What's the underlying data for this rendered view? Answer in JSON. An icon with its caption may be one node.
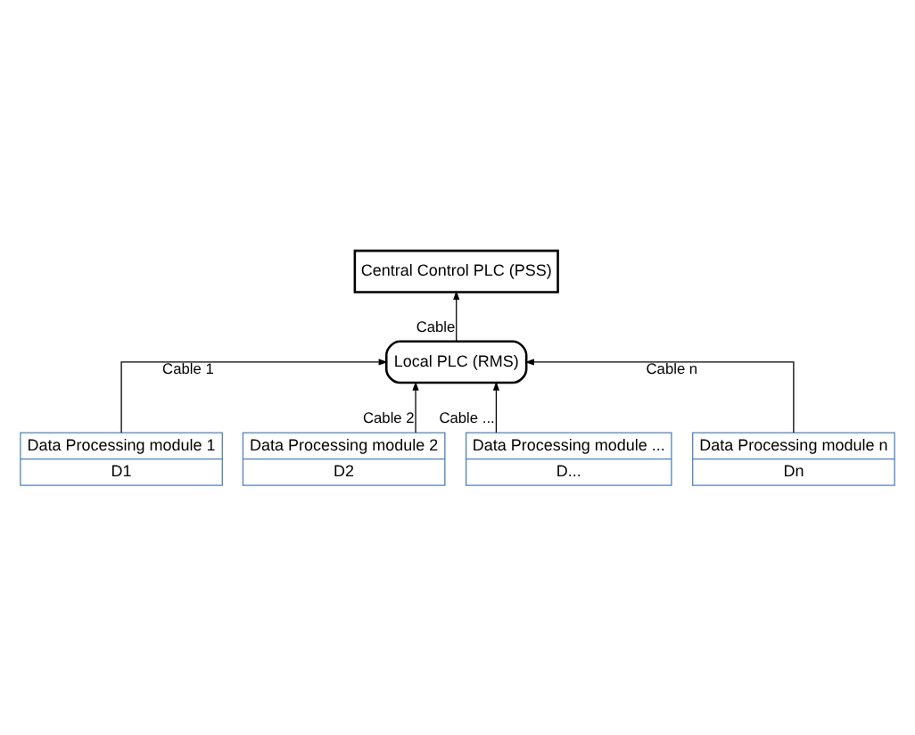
{
  "diagram": {
    "nodes": [
      {
        "text": [
          "Central Control PLC (PSS)"
        ]
      },
      {
        "text": [
          "Local PLC (RMS)"
        ]
      },
      {
        "text": [
          "Data Processing module 1",
          "D1"
        ]
      },
      {
        "text": [
          "Data Processing module 2",
          "D2"
        ]
      },
      {
        "text": [
          "Data Processing module ...",
          "D..."
        ]
      },
      {
        "text": [
          "Data Processing module n",
          "Dn"
        ]
      }
    ],
    "edges": [
      {
        "from": 1,
        "to": 0,
        "arrow": "to",
        "label": "Cable"
      },
      {
        "from": 2,
        "to": 1,
        "arrow": "to",
        "label": "Cable 1"
      },
      {
        "from": 3,
        "to": 1,
        "arrow": "to",
        "label": "Cable 2"
      },
      {
        "from": 4,
        "to": 1,
        "arrow": "to",
        "label": "Cable ..."
      },
      {
        "from": 5,
        "to": 1,
        "arrow": "to",
        "label": "Cable n"
      }
    ]
  }
}
